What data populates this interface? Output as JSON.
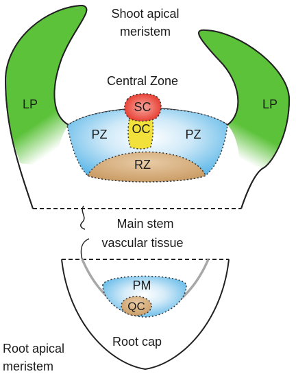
{
  "diagram": {
    "labels": {
      "shoot_apical_line1": "Shoot apical",
      "shoot_apical_line2": "meristem",
      "central_zone": "Central Zone",
      "lp_left": "LP",
      "lp_right": "LP",
      "sc": "SC",
      "oc": "OC",
      "pz_left": "PZ",
      "pz_right": "PZ",
      "rz": "RZ",
      "main_stem_line1": "Main stem",
      "main_stem_line2": "vascular tissue",
      "pm": "PM",
      "qc": "QC",
      "root_cap": "Root cap",
      "root_apical_line1": "Root apical",
      "root_apical_line2": "meristem"
    },
    "colors": {
      "leaf_primordia": "#5cc23a",
      "peripheral_zone": "#5fb8e8",
      "rib_zone": "#c99a62",
      "stem_cells": "#e83a2e",
      "organizing_center": "#f2e13a",
      "root_meristem": "#5fb8e8",
      "quiescent_center": "#c99a62",
      "vascular": "#a8a8a8",
      "outline": "#222222"
    }
  }
}
